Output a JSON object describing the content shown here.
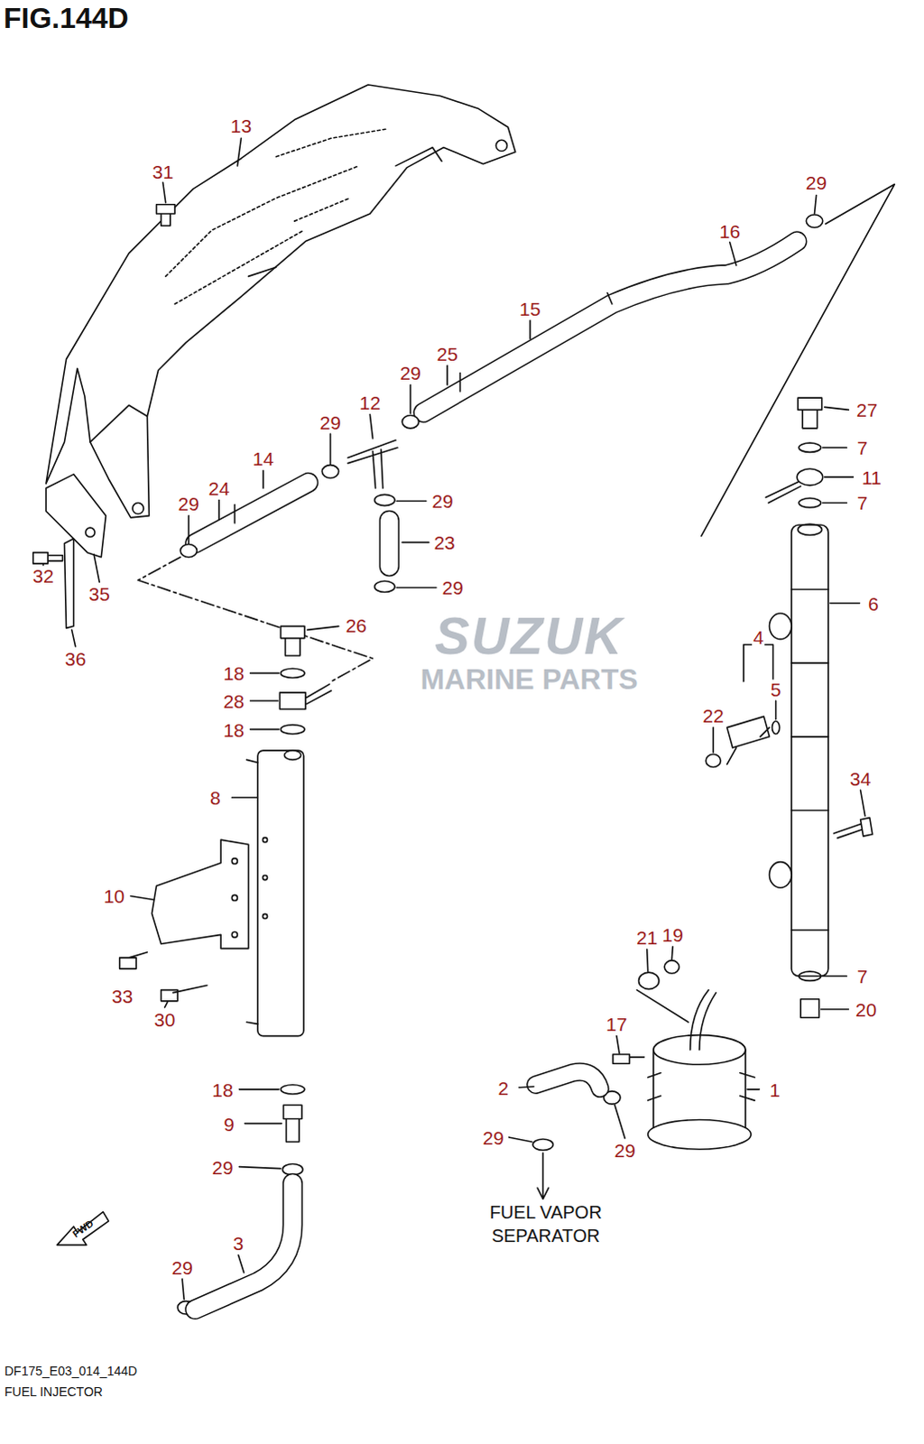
{
  "diagram": {
    "title": "FIG.144D",
    "caption": "FUEL INJECTOR",
    "labels": [
      "13",
      "31",
      "29",
      "16",
      "15",
      "25",
      "29",
      "12",
      "29",
      "27",
      "7",
      "14",
      "11",
      "24",
      "29",
      "29",
      "7",
      "23",
      "32",
      "35",
      "29",
      "6",
      "26",
      "36",
      "4",
      "18",
      "28",
      "5",
      "22",
      "18",
      "34",
      "8",
      "10",
      "21",
      "19",
      "7",
      "33",
      "20",
      "30",
      "17",
      "2",
      "1",
      "18",
      "9",
      "29",
      "29",
      "29",
      "3",
      "29",
      "FUEL VAPOR SEPARATOR",
      "FWD",
      "SUZUK",
      "MARINE PARTS",
      "DF175_E03_014_144D"
    ]
  }
}
